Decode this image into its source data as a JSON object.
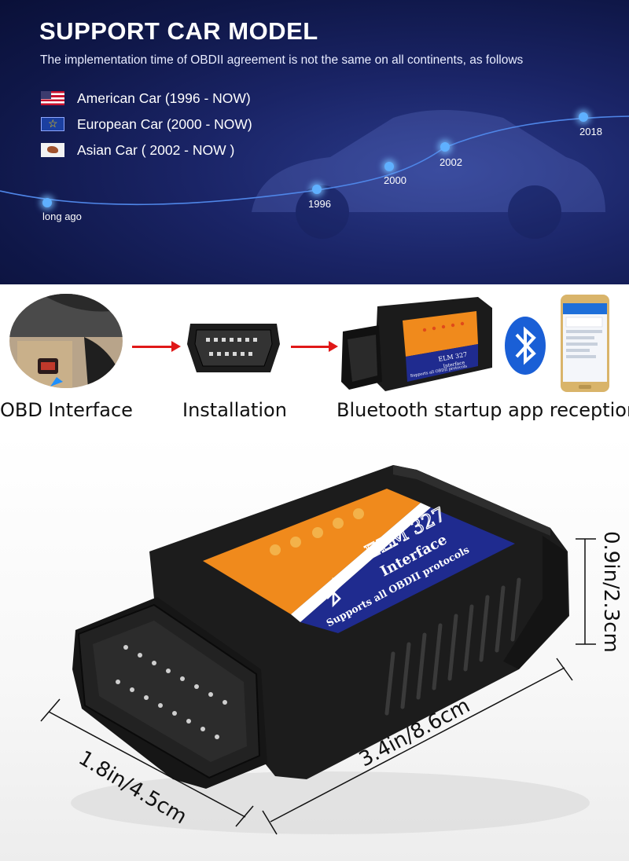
{
  "support": {
    "title": "SUPPORT CAR MODEL",
    "subtitle": "The implementation time of OBDII agreement is not the same on all continents, as follows",
    "legend": [
      {
        "label": "American Car (1996 - NOW)",
        "icon": "us-flag-icon"
      },
      {
        "label": "European Car (2000 - NOW)",
        "icon": "eu-flag-icon"
      },
      {
        "label": "Asian Car ( 2002 - NOW )",
        "icon": "asia-flag-icon"
      }
    ],
    "timeline": [
      "long ago",
      "1996",
      "2000",
      "2002",
      "2018"
    ]
  },
  "steps": [
    {
      "caption": "OBD Interface"
    },
    {
      "caption": "Installation"
    },
    {
      "caption": "Bluetooth startup app reception"
    }
  ],
  "device": {
    "brand_line1": "ELM 327",
    "brand_line2": "Interface",
    "brand_line3": "Supports all OBDII protocols",
    "small_brand1": "ELM 327",
    "small_brand2": "Interface",
    "small_brand3": "Supports all OBDII protocols"
  },
  "dimensions": {
    "height": "0.9in/2.3cm",
    "length": "3.4in/8.6cm",
    "width": "1.8in/4.5cm"
  },
  "colors": {
    "accent_orange": "#f08a1c",
    "label_blue": "#1f2b8f",
    "arrow_red": "#e01818",
    "bluetooth_blue": "#1a5fd6"
  }
}
